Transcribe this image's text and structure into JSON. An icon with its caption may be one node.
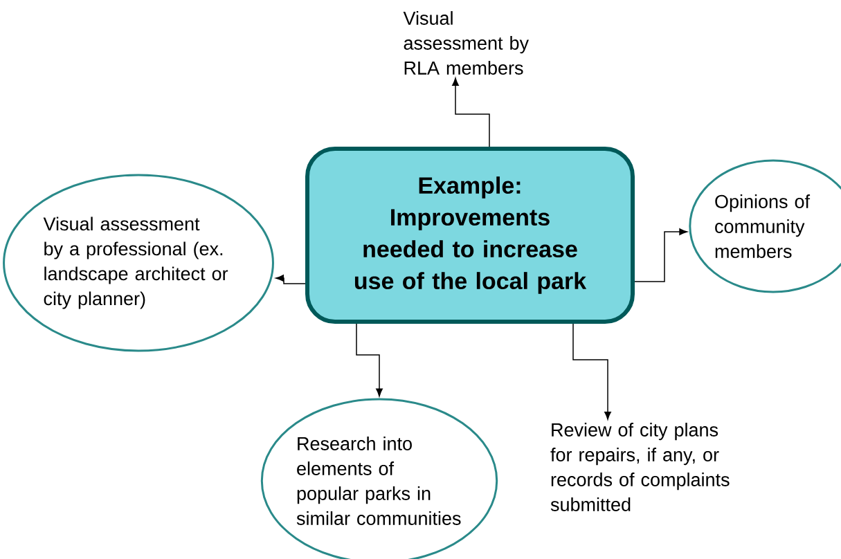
{
  "diagram": {
    "nodes": [
      {
        "text": [
          "Example: Improvements needed to increase use of the local park"
        ]
      },
      {
        "text": [
          "Visual assessment by RLA members"
        ]
      },
      {
        "text": [
          "Visual assessment by a professional  (ex. landscape architect or city planner)"
        ]
      },
      {
        "text": [
          "Opinions of community members"
        ]
      },
      {
        "text": [
          "Research into elements of popular parks in similar communities"
        ]
      },
      {
        "text": [
          "Review of city plans for repairs, if any, or records of complaints submitted"
        ]
      }
    ],
    "edges": [
      {
        "from": 0,
        "to": 1,
        "arrow": "to"
      },
      {
        "from": 0,
        "to": 2,
        "arrow": "to"
      },
      {
        "from": 0,
        "to": 3,
        "arrow": "to"
      },
      {
        "from": 0,
        "to": 4,
        "arrow": "to"
      },
      {
        "from": 0,
        "to": 5,
        "arrow": "to"
      }
    ]
  }
}
